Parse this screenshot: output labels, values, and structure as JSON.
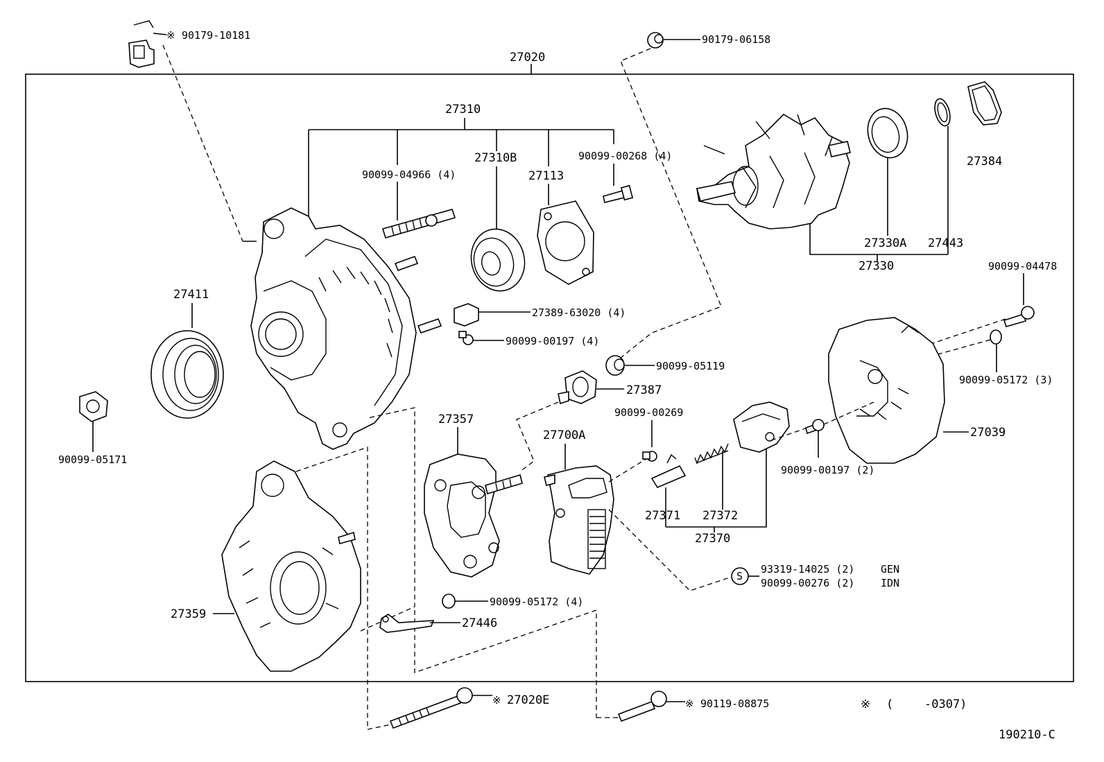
{
  "diagram": {
    "assembly_number": "27020",
    "figure_code": "190210-C",
    "note": {
      "mark": "※",
      "open": "(",
      "range": "-0307)"
    },
    "symbol_s": "S",
    "labels": {
      "p90179_10181": "90179-10181",
      "p90179_06158": "90179-06158",
      "p27310": "27310",
      "p27310B": "27310B",
      "p27113": "27113",
      "p90099_04966": "90099-04966 (4)",
      "p90099_00268": "90099-00268 (4)",
      "p27384": "27384",
      "p27330A": "27330A",
      "p27443": "27443",
      "p27330": "27330",
      "p90099_04478": "90099-04478",
      "p27411": "27411",
      "p27389_63020": "27389-63020 (4)",
      "p90099_00197_4": "90099-00197 (4)",
      "p90099_05119": "90099-05119",
      "p27387": "27387",
      "p90099_05172_3": "90099-05172 (3)",
      "p90099_05171": "90099-05171",
      "p27357": "27357",
      "p27700A": "27700A",
      "p90099_00269": "90099-00269",
      "p27039": "27039",
      "p90099_00197_2": "90099-00197 (2)",
      "p27371": "27371",
      "p27372": "27372",
      "p27370": "27370",
      "p93319_14025": "93319-14025 (2)",
      "p90099_00276": "90099-00276 (2)",
      "gen": "GEN",
      "idn": "IDN",
      "p27359": "27359",
      "p90099_05172_4": "90099-05172 (4)",
      "p27446": "27446",
      "p27020E": "27020E",
      "p90119_08875": "90119-08875"
    }
  }
}
